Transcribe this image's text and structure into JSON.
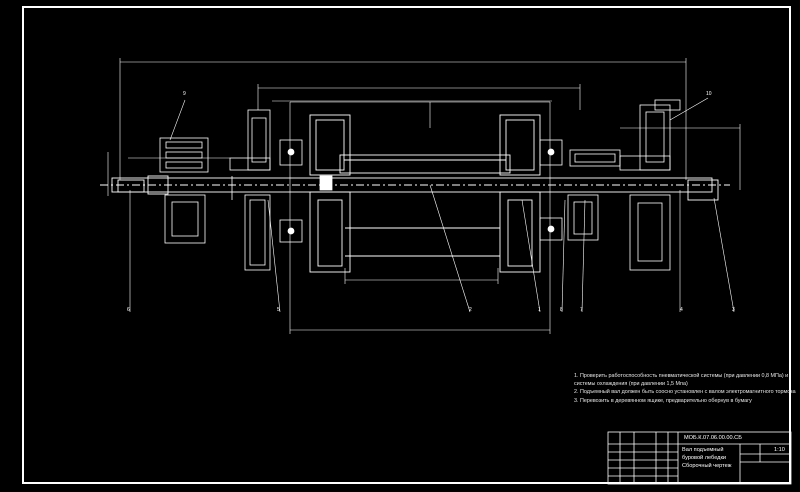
{
  "drawing": {
    "background": "#000000",
    "line_color": "#ffffff",
    "callouts": [
      "9",
      "10",
      "6",
      "5",
      "2",
      "1",
      "8",
      "7",
      "4",
      "3"
    ],
    "notes": [
      "1. Проверить работоспособность пневматической системы (при давлении 0,8 МПа) и системы охлаждения (при давлении 1,5 Мпа)",
      "2. Подъемный вал должен быть соосно установлен с валом электромагнитного тормоза",
      "3. Перевозить в деревянном ящике, предварительно обернув в бумагу"
    ]
  },
  "title_block": {
    "code": "МОБ.К.07.06.00.00.СБ",
    "name_lines": [
      "Вал подъемный",
      "буровой лебедки",
      "Сборочный чертеж"
    ],
    "scale": "1:10"
  }
}
